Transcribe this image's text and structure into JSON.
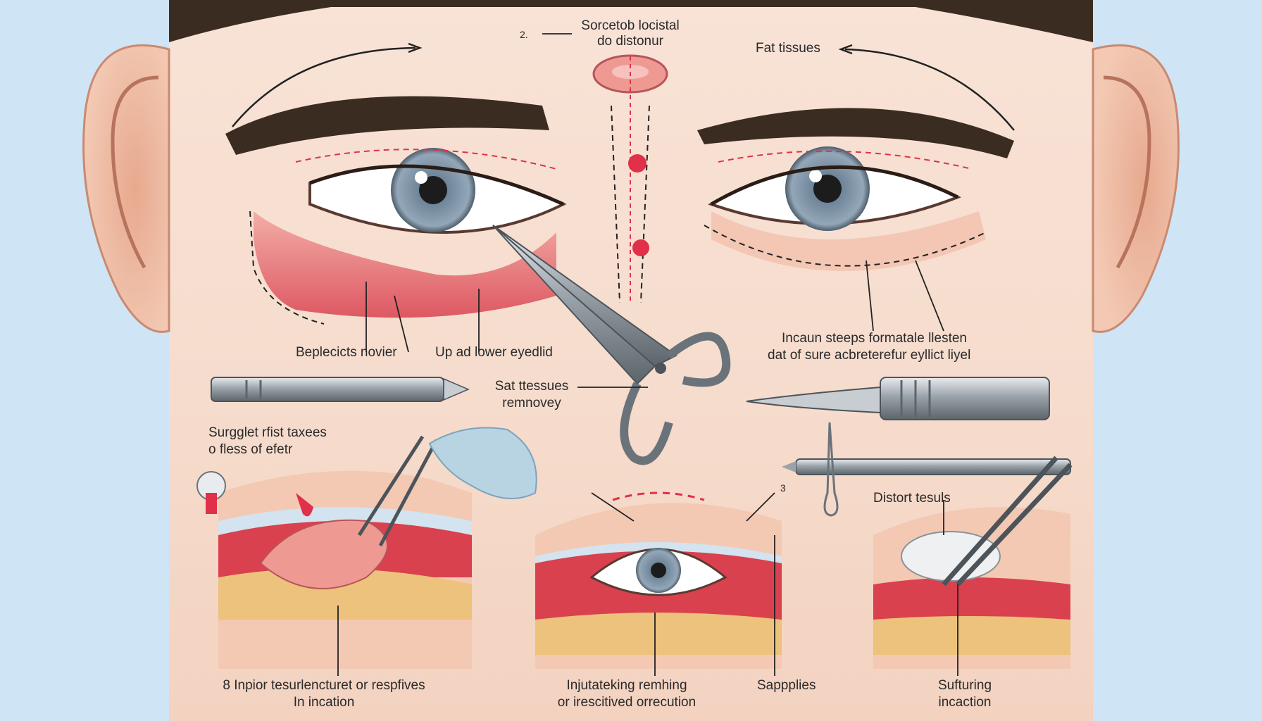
{
  "labels": {
    "top_step_number": "2.",
    "top_center_line1": "Sorcetob locistal",
    "top_center_line2": "do distonur",
    "fat_tissues": "Fat tissues",
    "left_eye_a": "Beplecicts novier",
    "left_eye_b": "Up ad lower eyedlid",
    "right_eye_line1": "Incaun steeps formatale llesten",
    "right_eye_line2": "dat of sure acbreterefur eyllict liyel",
    "center_line1": "Sat ttessues",
    "center_line2": "remnovey",
    "left_panel_line1": "Surgglet rfist taxees",
    "left_panel_line2": "o fless of efetr",
    "bottom_left_line1": "8 Inpior tesurlencturet or respfives",
    "bottom_left_line2": "In incation",
    "middle_step_number": "3",
    "bottom_center_line1": "Injutateking remhing",
    "bottom_center_line2": "or irescitived orrecution",
    "sappplies": "Sappplies",
    "right_panel_top": "Distort tesuls",
    "bottom_right_line1": "Sufturing",
    "bottom_right_line2": "incaction"
  },
  "colors": {
    "background": "#cfe4f5",
    "skin": "#f6dccd",
    "brow": "#3b2c22",
    "iris": "#7f95ab",
    "tissue_red": "#d9414f",
    "tissue_pink": "#ee9a93",
    "fat_yellow": "#ecc27c",
    "steel": "#9ba3aa",
    "glove": "#b8d4e3",
    "guide_line": "#222222",
    "incision": "#e0304a",
    "label_text": "#2a2a2a"
  }
}
